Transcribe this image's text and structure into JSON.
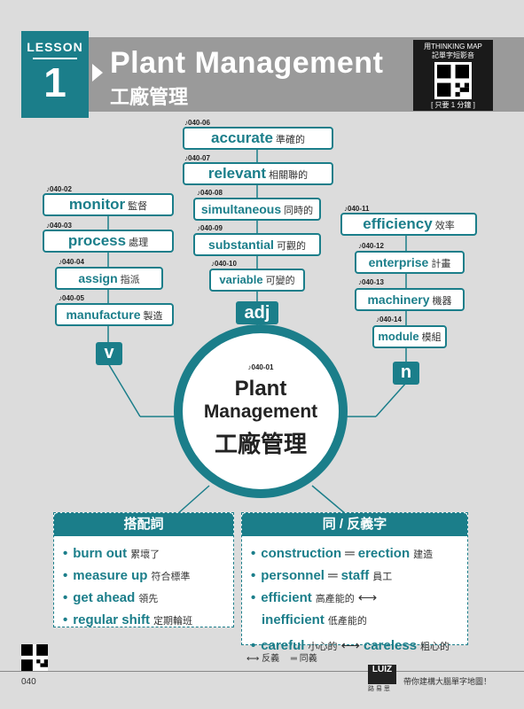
{
  "header": {
    "lesson_label": "LESSON",
    "lesson_number": "1",
    "title_en": "Plant Management",
    "title_zh": "工廠管理",
    "qr_caption_1": "用THINKING MAP",
    "qr_caption_2": "記單字短影音",
    "qr_caption_3": "[ 只要 1 分鐘 ]"
  },
  "center": {
    "track": "♪040-01",
    "en_line1": "Plant",
    "en_line2": "Management",
    "zh": "工廠管理"
  },
  "pos": {
    "adj": "adj",
    "v": "v",
    "n": "n"
  },
  "adjectives": [
    {
      "track": "♪040-06",
      "en": "accurate",
      "zh": "準確的"
    },
    {
      "track": "♪040-07",
      "en": "relevant",
      "zh": "相關聯的"
    },
    {
      "track": "♪040-08",
      "en": "simultaneous",
      "zh": "同時的"
    },
    {
      "track": "♪040-09",
      "en": "substantial",
      "zh": "可觀的"
    },
    {
      "track": "♪040-10",
      "en": "variable",
      "zh": "可變的"
    }
  ],
  "verbs": [
    {
      "track": "♪040-02",
      "en": "monitor",
      "zh": "監督"
    },
    {
      "track": "♪040-03",
      "en": "process",
      "zh": "處理"
    },
    {
      "track": "♪040-04",
      "en": "assign",
      "zh": "指派"
    },
    {
      "track": "♪040-05",
      "en": "manufacture",
      "zh": "製造"
    }
  ],
  "nouns": [
    {
      "track": "♪040-11",
      "en": "efficiency",
      "zh": "效率"
    },
    {
      "track": "♪040-12",
      "en": "enterprise",
      "zh": "計畫"
    },
    {
      "track": "♪040-13",
      "en": "machinery",
      "zh": "機器"
    },
    {
      "track": "♪040-14",
      "en": "module",
      "zh": "模組"
    }
  ],
  "collocations": {
    "title": "搭配詞",
    "items": [
      {
        "en": "burn out",
        "zh": "累壞了"
      },
      {
        "en": "measure up",
        "zh": "符合標準"
      },
      {
        "en": "get ahead",
        "zh": "領先"
      },
      {
        "en": "regular shift",
        "zh": "定期輪班"
      }
    ]
  },
  "synonyms": {
    "title": "同 / 反義字",
    "items": [
      {
        "a": "construction",
        "op": "═",
        "b": "erection",
        "zh": "建造"
      },
      {
        "a": "personnel",
        "op": "═",
        "b": "staff",
        "zh": "員工"
      }
    ],
    "antonym1": {
      "a": "efficient",
      "a_zh": "高產能的",
      "op": "⟷",
      "b": "inefficient",
      "b_zh": "低產能的"
    },
    "antonym2": {
      "a": "careful",
      "a_zh": "小心的",
      "op": "⟷",
      "b": "careless",
      "b_zh": "粗心的"
    }
  },
  "legend": {
    "antonym": "⟷ 反義",
    "synonym": "═ 同義"
  },
  "footer": {
    "page_number": "040",
    "logo": "LUIZ",
    "logo_sub": "路 易 思",
    "tagline": "帶你建構大腦單字地圖！"
  },
  "colors": {
    "accent": "#1b7e8a",
    "background": "#dcdcdc",
    "header_band": "#9a9a9a"
  }
}
